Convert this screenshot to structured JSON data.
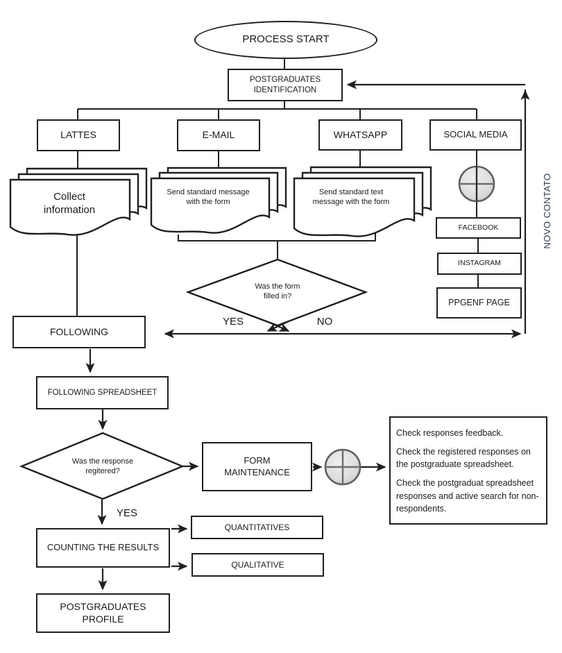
{
  "nodes": {
    "process_start": "PROCESS START",
    "postgraduates_identification": "POSTGRADUATES IDENTIFICATION",
    "lattes": "LATTES",
    "email": "E-MAIL",
    "whatsapp": "WHATSAPP",
    "social_media": "SOCIAL MEDIA",
    "collect_information": "Collect information",
    "send_standard_message": "Send standard message with the form",
    "send_standard_text": "Send standard text message with the form",
    "facebook": "FACEBOOK",
    "instagram": "INSTAGRAM",
    "ppgenf_page": "PPGENF PAGE",
    "novo_contato": "NOVO CONTATO",
    "form_filled_question": "Was the form filled in?",
    "yes_label": "YES",
    "no_label": "NO",
    "following": "FOLLOWING",
    "following_spreadsheet": "FOLLOWING SPREADSHEET",
    "response_registered_question": "Was the response regitered?",
    "yes_label_2": "YES",
    "form_maintenance": "FORM MAINTENANCE",
    "counting_results": "COUNTING THE RESULTS",
    "quantitatives": "QUANTITATIVES",
    "qualitative": "QUALITATIVE",
    "postgraduates_profile": "POSTGRADUATES PROFILE",
    "notes": [
      "Check responses feedback.",
      "Check the registered responses on the postgraduate spreadsheet.",
      "Check the postgraduat spreadsheet responses and active search for non-respondents."
    ]
  },
  "colors": {
    "line": "#1f1f1f",
    "novo_contato_text": "#2e4053",
    "connector_fill": "#dcdcdc",
    "connector_stroke": "#5f5f5f"
  }
}
